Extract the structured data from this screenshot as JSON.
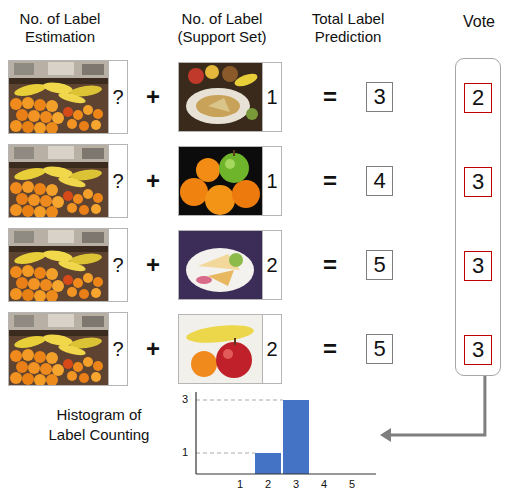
{
  "diagram": {
    "nodes": [
      {
        "text": [
          "?"
        ]
      },
      {
        "text": [
          "1"
        ]
      },
      {
        "text": [
          "3"
        ]
      },
      {
        "text": [
          "?"
        ]
      },
      {
        "text": [
          "1"
        ]
      },
      {
        "text": [
          "4"
        ]
      },
      {
        "text": [
          "?"
        ]
      },
      {
        "text": [
          "2"
        ]
      },
      {
        "text": [
          "5"
        ]
      },
      {
        "text": [
          "?"
        ]
      },
      {
        "text": [
          "2"
        ]
      },
      {
        "text": [
          "5"
        ]
      },
      {
        "text": [
          "Vote"
        ]
      },
      {
        "text": [
          "2"
        ],
        "in": 12
      },
      {
        "text": [
          "3"
        ],
        "in": 12
      },
      {
        "text": [
          "3"
        ],
        "in": 12
      },
      {
        "text": [
          "3"
        ],
        "in": 12
      },
      {
        "text": [
          "Histogram of Label Counting"
        ]
      }
    ],
    "edges": [
      {
        "from": 12,
        "to": 17,
        "arrow": "to"
      }
    ],
    "labels": [
      "No. of Label Estimation",
      "No. of Label (Support Set)",
      "Total Label Prediction",
      "+",
      "=",
      "+",
      "=",
      "+",
      "=",
      "+",
      "=",
      "3",
      "1",
      "1",
      "2",
      "3",
      "4",
      "5"
    ]
  }
}
